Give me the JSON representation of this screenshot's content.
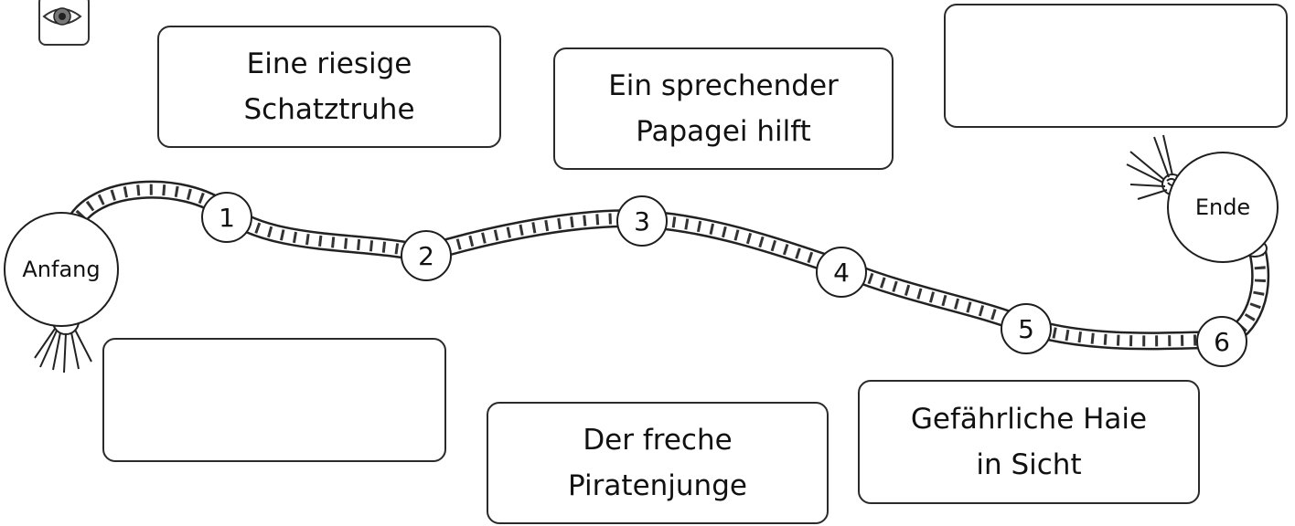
{
  "start_label": "Anfang",
  "end_label": "Ende",
  "stations": [
    "1",
    "2",
    "3",
    "4",
    "5",
    "6"
  ],
  "boxes": {
    "top_left": [
      "Eine riesige",
      "Schatztruhe"
    ],
    "top_middle": [
      "Ein sprechender",
      "Papagei hilft"
    ],
    "top_right": [
      "",
      ""
    ],
    "bottom_left": [
      "",
      ""
    ],
    "bottom_middle": [
      "Der freche",
      "Piratenjunge"
    ],
    "bottom_right": [
      "Gefährliche Haie",
      "in Sicht"
    ]
  },
  "icon": "eye-icon"
}
